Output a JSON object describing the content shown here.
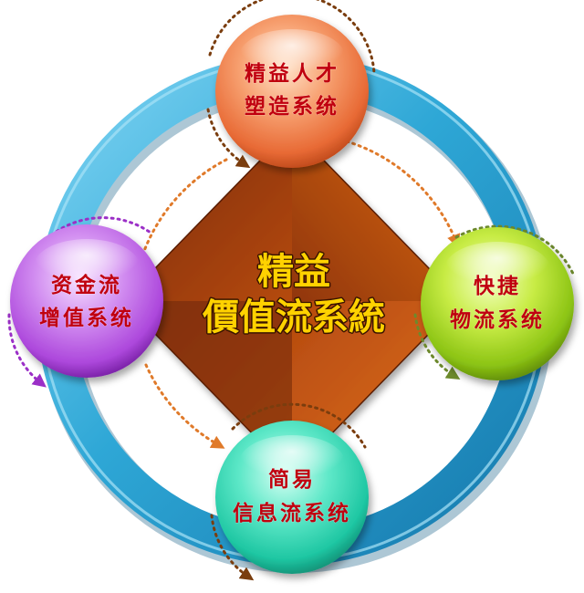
{
  "center": {
    "line1": "精益",
    "line2": "價值流系統"
  },
  "nodes": {
    "top": {
      "line1": "精益人才",
      "line2": "塑造系统"
    },
    "right": {
      "line1": "快捷",
      "line2": "物流系统"
    },
    "bottom": {
      "line1": "简易",
      "line2": "信息流系统"
    },
    "left": {
      "line1": "资金流",
      "line2": "增值系统"
    }
  },
  "colors": {
    "ring": "#2ea7d6",
    "diamond": "#b54a0f",
    "center_text": "#ffd200",
    "node_text": "#c0000f",
    "top_node": "#f07d4a",
    "right_node": "#9ccf1c",
    "bottom_node": "#25d6b0",
    "left_node": "#b84fe0",
    "dotted_orange": "#e07a2a",
    "dotted_purple": "#9b2fc7",
    "dotted_green": "#6d8a2c",
    "dotted_brown": "#7a3d0e"
  }
}
